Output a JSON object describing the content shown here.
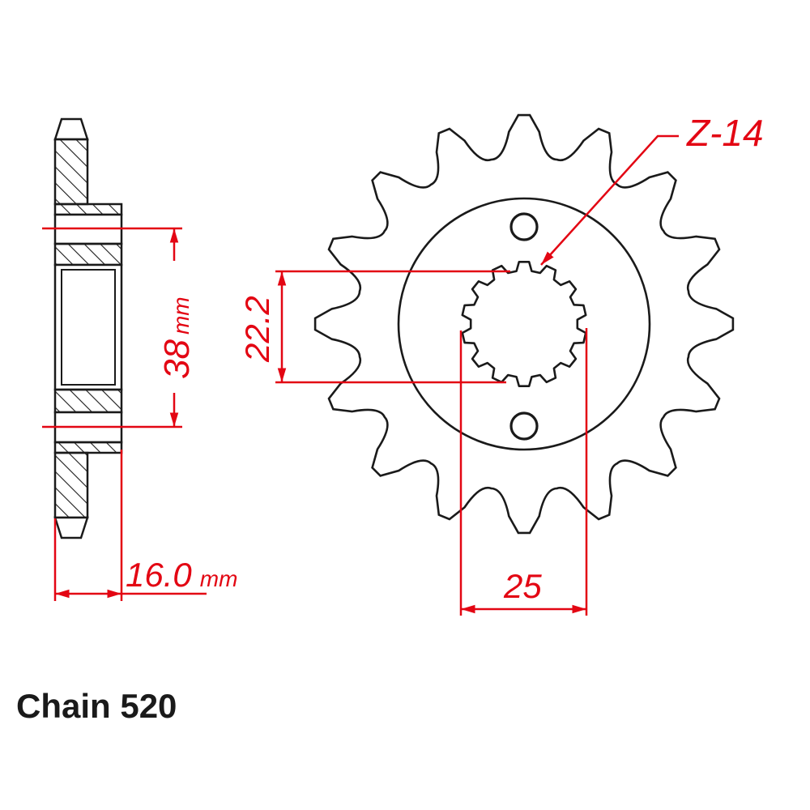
{
  "colors": {
    "outline": "#1a1a1a",
    "dimension": "#e30613",
    "background": "#ffffff"
  },
  "side_view": {
    "bore_dimension_value": "38",
    "bore_dimension_unit": "mm",
    "width_dimension_value": "16.0",
    "width_dimension_unit": "mm"
  },
  "front_view": {
    "outer_teeth_count": 16,
    "spline_label": "Z-14",
    "spline_count": 14,
    "spline_minor_dimension": "22.2",
    "spline_major_dimension": "25",
    "mounting_holes": 2
  },
  "caption": {
    "text": "Chain 520"
  }
}
